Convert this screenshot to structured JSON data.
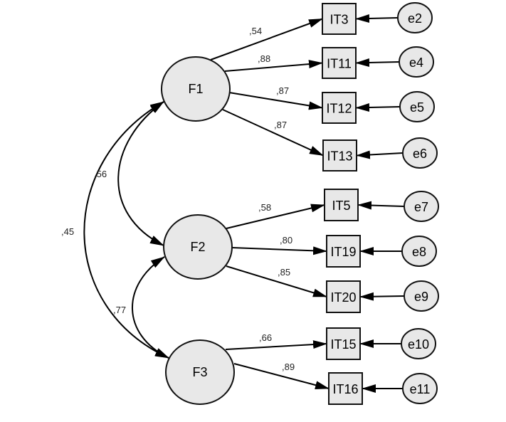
{
  "diagram": {
    "type": "structural-equation-model",
    "colors": {
      "node_fill": "#e8e8e8",
      "stroke": "#111111",
      "background": "#ffffff"
    },
    "factors": [
      {
        "id": "F1",
        "label": "F1"
      },
      {
        "id": "F2",
        "label": "F2"
      },
      {
        "id": "F3",
        "label": "F3"
      }
    ],
    "items": [
      {
        "id": "IT3",
        "label": "IT3",
        "factor": "F1",
        "loading": ",54",
        "error": "e2"
      },
      {
        "id": "IT11",
        "label": "IT11",
        "factor": "F1",
        "loading": ",88",
        "error": "e4"
      },
      {
        "id": "IT12",
        "label": "IT12",
        "factor": "F1",
        "loading": ",87",
        "error": "e5"
      },
      {
        "id": "IT13",
        "label": "IT13",
        "factor": "F1",
        "loading": ",87",
        "error": "e6"
      },
      {
        "id": "IT5",
        "label": "IT5",
        "factor": "F2",
        "loading": ",58",
        "error": "e7"
      },
      {
        "id": "IT19",
        "label": "IT19",
        "factor": "F2",
        "loading": ",80",
        "error": "e8"
      },
      {
        "id": "IT20",
        "label": "IT20",
        "factor": "F2",
        "loading": ",85",
        "error": "e9"
      },
      {
        "id": "IT15",
        "label": "IT15",
        "factor": "F3",
        "loading": ",66",
        "error": "e10"
      },
      {
        "id": "IT16",
        "label": "IT16",
        "factor": "F3",
        "loading": ",89",
        "error": "e11"
      }
    ],
    "covariances": [
      {
        "from": "F1",
        "to": "F2",
        "value": ",56"
      },
      {
        "from": "F1",
        "to": "F3",
        "value": ",45"
      },
      {
        "from": "F2",
        "to": "F3",
        "value": ",77"
      }
    ]
  }
}
